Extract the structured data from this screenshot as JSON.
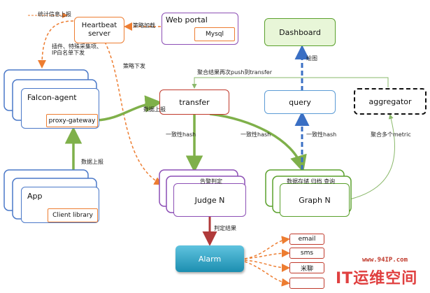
{
  "nodes": {
    "heartbeat": "Heartbeat server",
    "web_portal": "Web portal",
    "mysql": "Mysql",
    "dashboard": "Dashboard",
    "falcon_agent": "Falcon-agent",
    "proxy_gateway": "proxy-gateway",
    "transfer": "transfer",
    "query": "query",
    "aggregator": "aggregator",
    "app": "App",
    "client_library": "Client library",
    "judge": "Judge N",
    "graph": "Graph N",
    "alarm": "Alarm",
    "email": "email",
    "sms": "sms",
    "mi": "米聊"
  },
  "labels": {
    "stats_report": "统计信息上报",
    "strategy_load": "策略加载",
    "plugin_dispatch": "插件、特殊采集项、\nIP白名单下发",
    "strategy_dispatch": "策略下发",
    "agg_push": "聚合结果再次push到transfer",
    "plot": "绘图",
    "data_report_1": "数据上报",
    "data_report_2": "数据上报",
    "hash_1": "一致性hash",
    "hash_2": "一致性hash",
    "hash_3": "一致性hash",
    "agg_metrics": "聚合多个metric",
    "alarm_judge": "告警判定",
    "data_store": "数据存储 归档 查询",
    "judge_result": "判定结果"
  },
  "watermark": {
    "url": "www.94IP.com",
    "brand": "IT运维空间"
  }
}
